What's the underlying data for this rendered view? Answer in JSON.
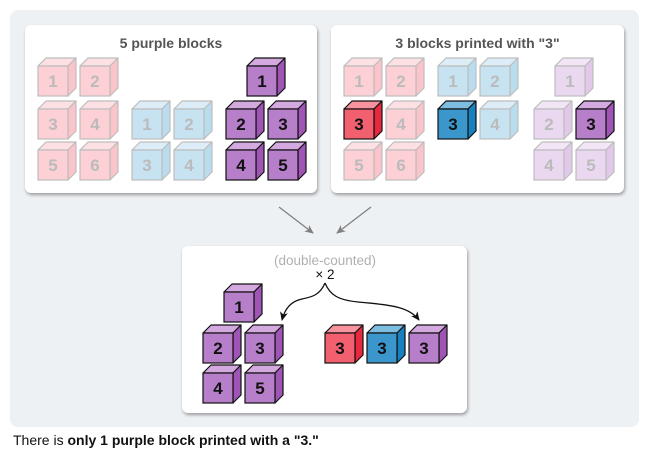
{
  "panels": {
    "left": {
      "title": "5 purple blocks",
      "groups": [
        {
          "color": "pink",
          "state": "faded",
          "cubes": [
            {
              "label": "1",
              "col": 0,
              "row": 0
            },
            {
              "label": "2",
              "col": 1,
              "row": 0
            },
            {
              "label": "3",
              "col": 0,
              "row": 1
            },
            {
              "label": "4",
              "col": 1,
              "row": 1
            },
            {
              "label": "5",
              "col": 0,
              "row": 2
            },
            {
              "label": "6",
              "col": 1,
              "row": 2
            }
          ]
        },
        {
          "color": "blue",
          "state": "faded",
          "cubes": [
            {
              "label": "1",
              "col": 0,
              "row": 1
            },
            {
              "label": "2",
              "col": 1,
              "row": 1
            },
            {
              "label": "3",
              "col": 0,
              "row": 2
            },
            {
              "label": "4",
              "col": 1,
              "row": 2
            }
          ]
        },
        {
          "color": "purple",
          "state": "active",
          "cubes": [
            {
              "label": "1",
              "col": 0.5,
              "row": 0
            },
            {
              "label": "2",
              "col": 0,
              "row": 1
            },
            {
              "label": "3",
              "col": 1,
              "row": 1
            },
            {
              "label": "4",
              "col": 0,
              "row": 2
            },
            {
              "label": "5",
              "col": 1,
              "row": 2
            }
          ]
        }
      ]
    },
    "right": {
      "title": "3 blocks printed with \"3\"",
      "groups": [
        {
          "color": "pink",
          "cubes": [
            {
              "label": "1",
              "col": 0,
              "row": 0,
              "state": "faded"
            },
            {
              "label": "2",
              "col": 1,
              "row": 0,
              "state": "faded"
            },
            {
              "label": "3",
              "col": 0,
              "row": 1,
              "state": "active"
            },
            {
              "label": "4",
              "col": 1,
              "row": 1,
              "state": "faded"
            },
            {
              "label": "5",
              "col": 0,
              "row": 2,
              "state": "faded"
            },
            {
              "label": "6",
              "col": 1,
              "row": 2,
              "state": "faded"
            }
          ]
        },
        {
          "color": "blue",
          "cubes": [
            {
              "label": "1",
              "col": 0,
              "row": 0,
              "state": "faded"
            },
            {
              "label": "2",
              "col": 1,
              "row": 0,
              "state": "faded"
            },
            {
              "label": "3",
              "col": 0,
              "row": 1,
              "state": "active"
            },
            {
              "label": "4",
              "col": 1,
              "row": 1,
              "state": "faded"
            }
          ]
        },
        {
          "color": "purple",
          "cubes": [
            {
              "label": "1",
              "col": 0.5,
              "row": 0,
              "state": "faded"
            },
            {
              "label": "2",
              "col": 0,
              "row": 1,
              "state": "faded"
            },
            {
              "label": "3",
              "col": 1,
              "row": 1,
              "state": "active"
            },
            {
              "label": "4",
              "col": 0,
              "row": 2,
              "state": "faded"
            },
            {
              "label": "5",
              "col": 1,
              "row": 2,
              "state": "faded"
            }
          ]
        }
      ]
    },
    "bottom": {
      "annotation": "(double-counted)",
      "multiplier": "× 2",
      "purple_group": [
        {
          "label": "1",
          "col": 0.5,
          "row": 0
        },
        {
          "label": "2",
          "col": 0,
          "row": 1
        },
        {
          "label": "3",
          "col": 1,
          "row": 1
        },
        {
          "label": "4",
          "col": 0,
          "row": 2
        },
        {
          "label": "5",
          "col": 1,
          "row": 2
        }
      ],
      "threes_group": [
        {
          "label": "3",
          "color": "pink"
        },
        {
          "label": "3",
          "color": "blue"
        },
        {
          "label": "3",
          "color": "purple"
        }
      ]
    }
  },
  "colors": {
    "pink": {
      "front": "#f2606f",
      "top": "#f7939d",
      "side": "#e8283f",
      "faded_front": "#fcd0d4",
      "faded_top": "#fde0e3",
      "faded_side": "#fbc4ca"
    },
    "blue": {
      "front": "#3b97cb",
      "top": "#7cbde0",
      "side": "#1781c0",
      "faded_front": "#c7e3f2",
      "faded_top": "#dcedf7",
      "faded_side": "#b9dcef"
    },
    "purple": {
      "front": "#b77ec9",
      "top": "#d3a9e0",
      "side": "#a055b6",
      "faded_front": "#ead7f0",
      "faded_top": "#f2e6f6",
      "faded_side": "#e2c9ea"
    },
    "active_stroke": "#111111",
    "faded_stroke": "#bdbdbd",
    "faded_text": "#bbbbbb",
    "active_text": "#111111",
    "arrow_gray": "#808080"
  },
  "note": {
    "prefix": "There is ",
    "bold": "only 1 purple block printed with a \"3.\""
  }
}
